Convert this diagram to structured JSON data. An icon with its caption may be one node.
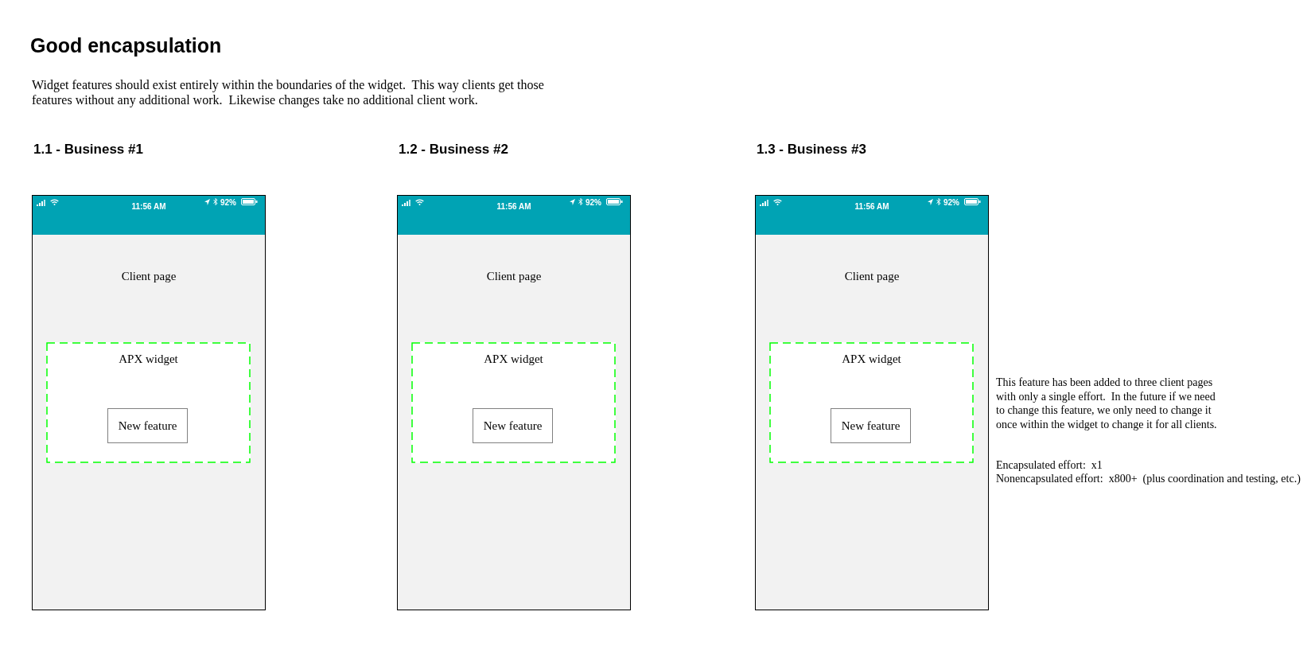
{
  "diagram": {
    "title": "Good encapsulation",
    "nodes": [
      {
        "text": [
          "1.1 - Business #1",
          "Client page"
        ]
      },
      {
        "text": [
          "11:56 AM",
          "92%"
        ],
        "in": 0
      },
      {
        "text": [
          "APX widget"
        ],
        "in": 0
      },
      {
        "text": [
          "New feature"
        ],
        "in": 2
      },
      {
        "text": [
          "1.2 - Business #2",
          "Client page"
        ]
      },
      {
        "text": [
          "11:56 AM",
          "92%"
        ],
        "in": 4
      },
      {
        "text": [
          "APX widget"
        ],
        "in": 4
      },
      {
        "text": [
          "New feature"
        ],
        "in": 6
      },
      {
        "text": [
          "1.3 - Business #3",
          "Client page"
        ]
      },
      {
        "text": [
          "11:56 AM",
          "92%"
        ],
        "in": 8
      },
      {
        "text": [
          "APX widget"
        ],
        "in": 8
      },
      {
        "text": [
          "New feature"
        ],
        "in": 10
      }
    ],
    "labels": [
      "Widget features should exist entirely within the boundaries of the widget.  This way clients get those features without any additional work.  Likewise changes take no additional client work.",
      "This feature has been added to three client pages with only a single effort.  In the future if we need to change this feature, we only need to change it once within the widget to change it for all clients.",
      "Encapsulated effort:  x1",
      "Nonencapsulated effort:  x800+  (plus coordination and testing, etc.)"
    ]
  }
}
